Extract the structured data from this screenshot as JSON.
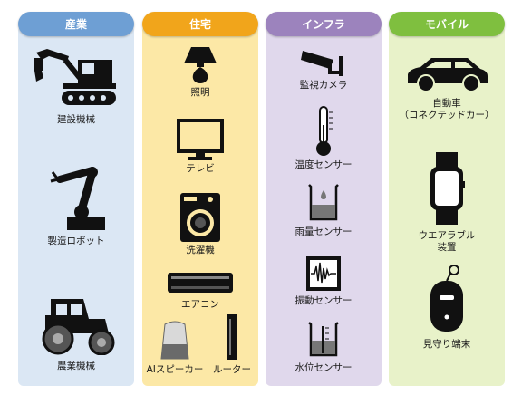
{
  "columns": [
    {
      "title": "産業",
      "color": "#6e9fd4",
      "bg": "#dbe7f4",
      "items": [
        {
          "label": "建設機械",
          "icon": "excavator-icon"
        },
        {
          "label": "製造ロボット",
          "icon": "robot-arm-icon"
        },
        {
          "label": "農業機械",
          "icon": "tractor-icon"
        }
      ]
    },
    {
      "title": "住宅",
      "color": "#f1a51b",
      "bg": "#fce8a6",
      "items": [
        {
          "label": "照明",
          "icon": "lamp-icon"
        },
        {
          "label": "テレビ",
          "icon": "tv-icon"
        },
        {
          "label": "洗濯機",
          "icon": "washing-machine-icon"
        },
        {
          "label": "エアコン",
          "icon": "air-conditioner-icon"
        },
        {
          "label": "AIスピーカー",
          "icon": "smart-speaker-icon"
        },
        {
          "label": "ルーター",
          "icon": "router-icon"
        }
      ]
    },
    {
      "title": "インフラ",
      "color": "#9c83bd",
      "bg": "#e0d8ec",
      "items": [
        {
          "label": "監視カメラ",
          "icon": "security-camera-icon"
        },
        {
          "label": "温度センサー",
          "icon": "thermometer-icon"
        },
        {
          "label": "雨量センサー",
          "icon": "rain-gauge-icon"
        },
        {
          "label": "振動センサー",
          "icon": "vibration-sensor-icon"
        },
        {
          "label": "水位センサー",
          "icon": "water-level-icon"
        }
      ]
    },
    {
      "title": "モバイル",
      "color": "#7fbf3f",
      "bg": "#e8f2c9",
      "items": [
        {
          "label": "自動車\n（コネクテッドカー）",
          "icon": "car-icon"
        },
        {
          "label": "ウエアラブル\n装置",
          "icon": "smartwatch-icon"
        },
        {
          "label": "見守り端末",
          "icon": "tracker-device-icon"
        }
      ]
    }
  ]
}
